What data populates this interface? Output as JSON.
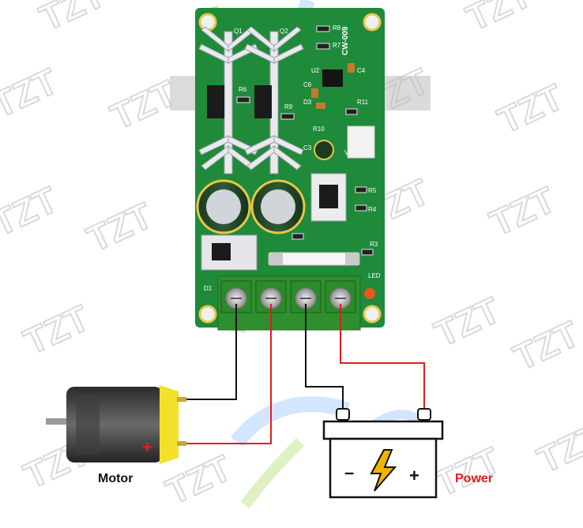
{
  "watermark": {
    "text": "TZT",
    "color": "#d9d9d9"
  },
  "board": {
    "model": "CW-009",
    "color": "#1f8a3a",
    "silkscreen": {
      "q1": "Q1",
      "q2": "Q2",
      "u2": "U2",
      "r6": "R6",
      "r7": "R7",
      "r8": "R8",
      "r9": "R9",
      "r10": "R10",
      "r11": "R11",
      "r3": "R3",
      "r4": "R4",
      "r5": "R5",
      "c3": "C3",
      "c4": "C4",
      "c6": "C6",
      "d1": "D1",
      "d3": "D3",
      "vr1": "VR1",
      "led": "LED"
    },
    "terminal_color": "#2f8f2f"
  },
  "motor": {
    "label": "Motor",
    "plus_sign": "+",
    "end_cap_color": "#f2e02a"
  },
  "battery": {
    "minus_sign": "–",
    "plus_sign": "+",
    "bolt_color": "#f0b400"
  },
  "power": {
    "label": "Power",
    "color": "#e11d1d"
  },
  "wires": {
    "black": "#111111",
    "red": "#e11d1d"
  }
}
